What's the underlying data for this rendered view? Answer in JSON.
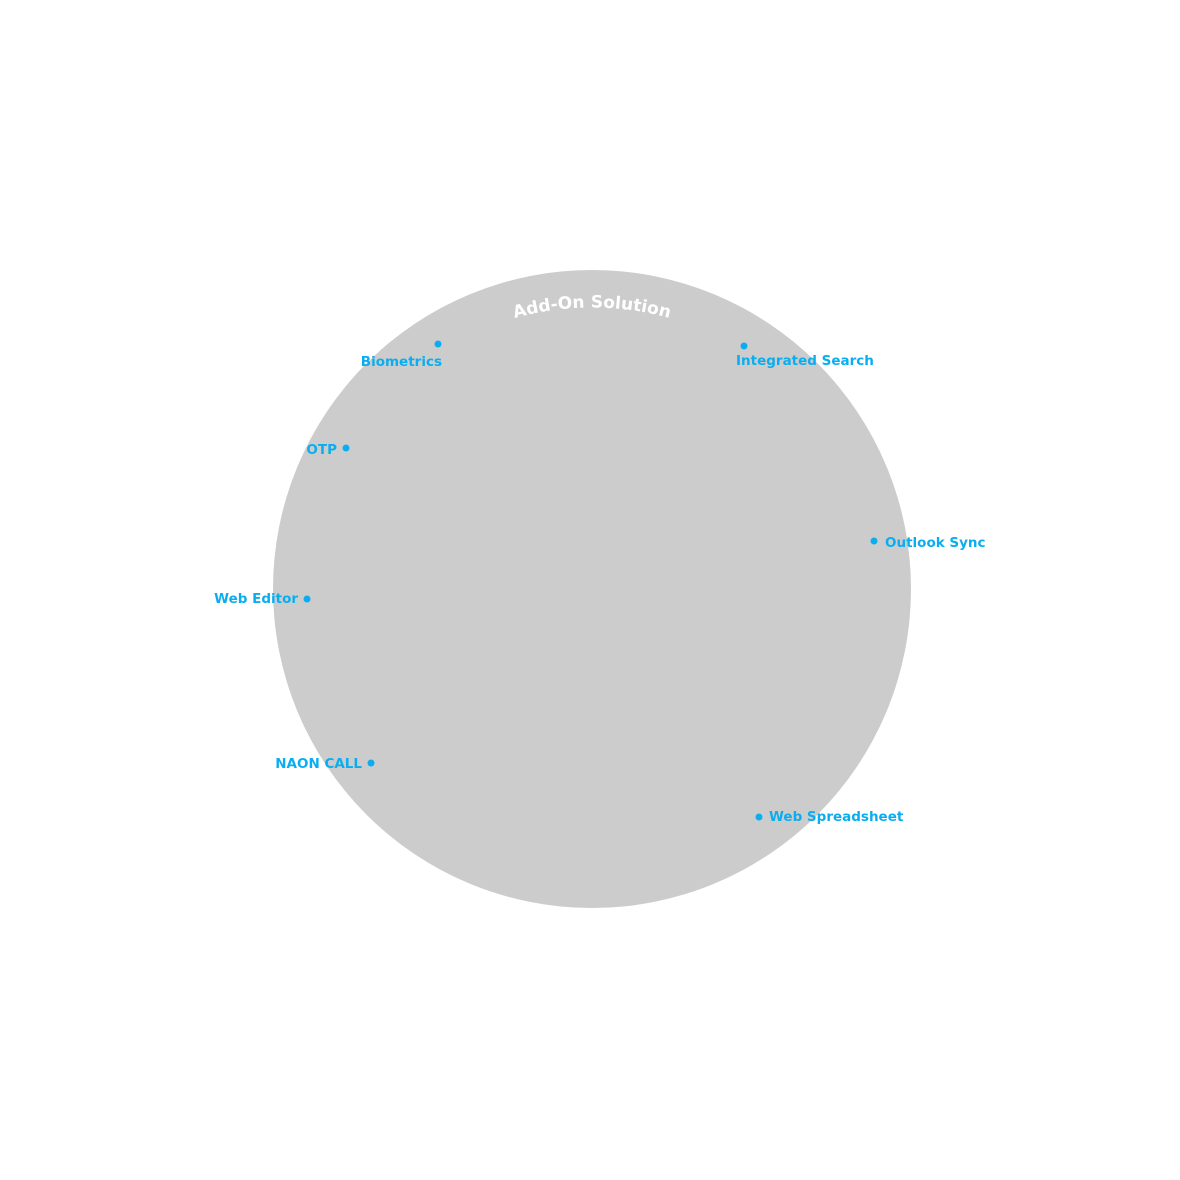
{
  "title": "Add-On Solution",
  "colors": {
    "circle": "#cccccc",
    "accent": "#0aaef0",
    "title": "#ffffff"
  },
  "items": [
    {
      "label": "Biometrics"
    },
    {
      "label": "Integrated Search"
    },
    {
      "label": "OTP"
    },
    {
      "label": "Outlook Sync"
    },
    {
      "label": "Web Editor"
    },
    {
      "label": "NAON CALL"
    },
    {
      "label": "Web Spreadsheet"
    }
  ]
}
